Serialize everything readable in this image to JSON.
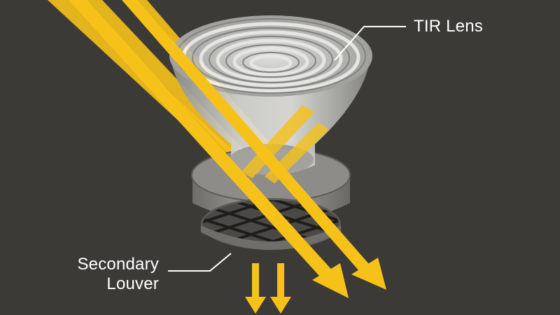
{
  "labels": {
    "tir_lens": "TIR Lens",
    "secondary_louver_line1": "Secondary",
    "secondary_louver_line2": "Louver"
  },
  "colors": {
    "background": "#3b3a36",
    "beam": "#f6c21a",
    "lens_body": "#d9d9d6",
    "lens_shadow": "#7d7d7a",
    "louver_grid": "#1e1d1b",
    "leader_line": "#ffffff"
  }
}
